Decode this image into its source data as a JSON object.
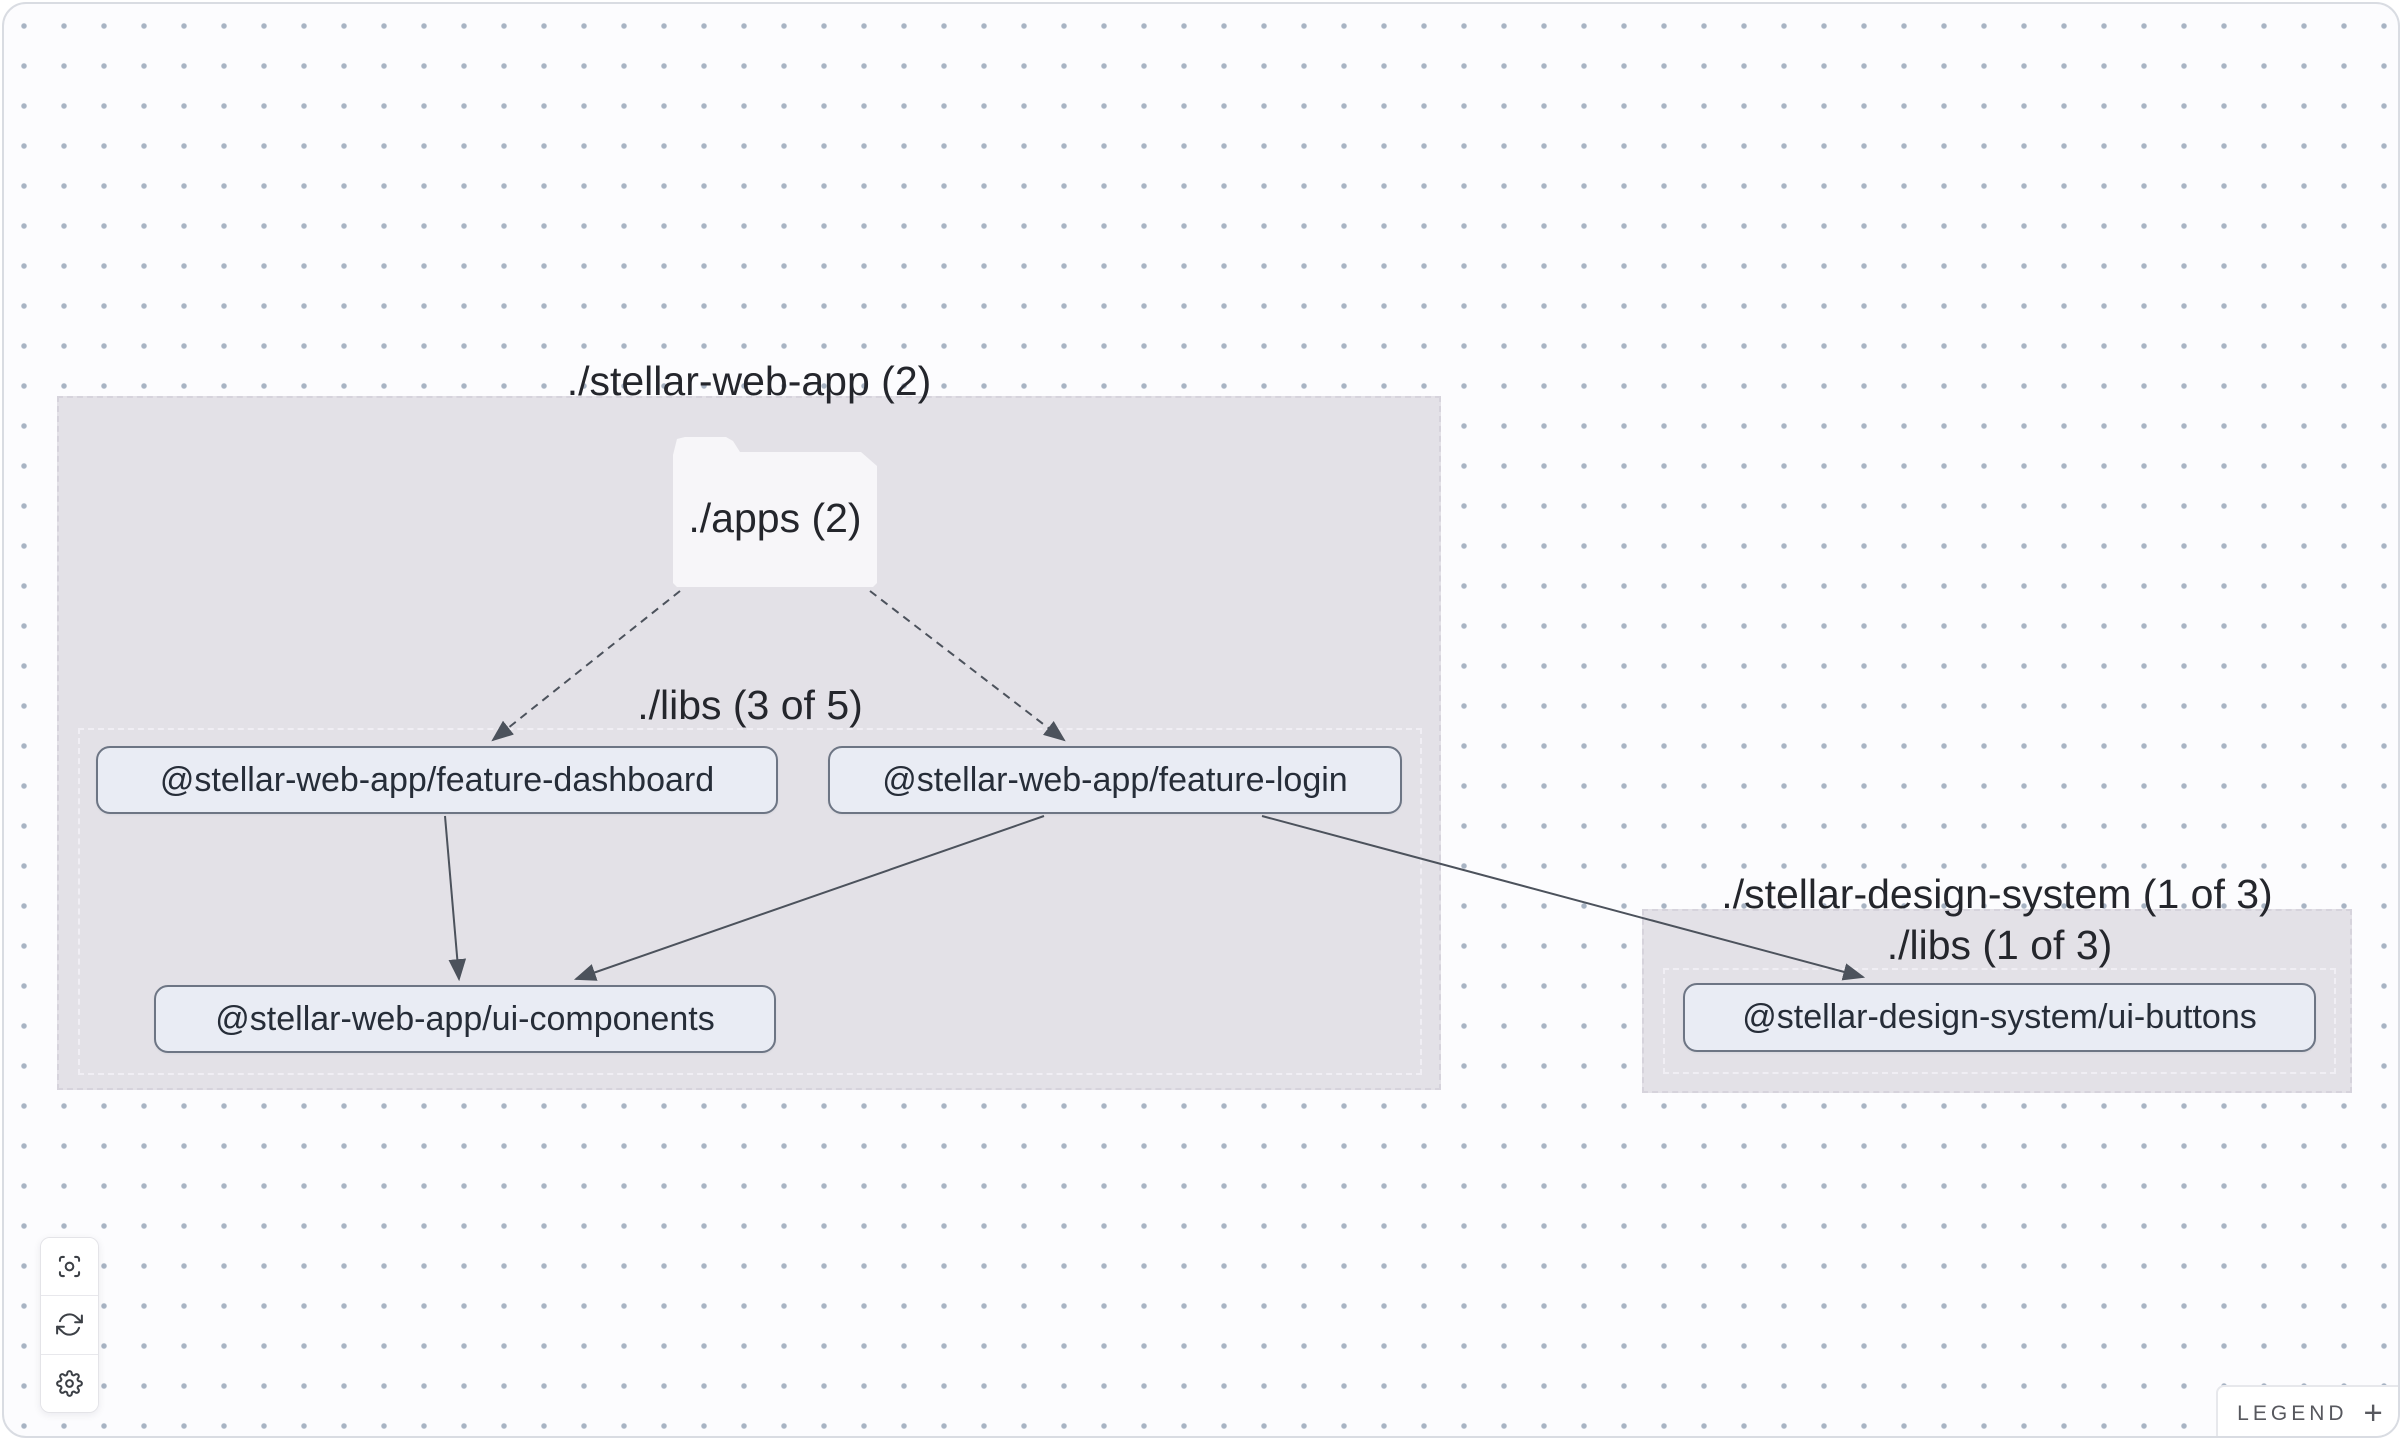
{
  "groups": {
    "web_app": {
      "label": "./stellar-web-app (2)"
    },
    "web_app_libs": {
      "label": "./libs (3 of 5)"
    },
    "design_system": {
      "label": "./stellar-design-system (1 of 3)"
    },
    "design_system_libs": {
      "label": "./libs (1 of 3)"
    }
  },
  "folder_node": {
    "label": "./apps (2)"
  },
  "nodes": {
    "feature_dashboard": {
      "label": "@stellar-web-app/feature-dashboard"
    },
    "feature_login": {
      "label": "@stellar-web-app/feature-login"
    },
    "ui_components": {
      "label": "@stellar-web-app/ui-components"
    },
    "ui_buttons": {
      "label": "@stellar-design-system/ui-buttons"
    }
  },
  "edges": [
    {
      "source": "./apps",
      "target": "@stellar-web-app/feature-dashboard",
      "style": "dashed"
    },
    {
      "source": "./apps",
      "target": "@stellar-web-app/feature-login",
      "style": "dashed"
    },
    {
      "source": "@stellar-web-app/feature-dashboard",
      "target": "@stellar-web-app/ui-components",
      "style": "solid"
    },
    {
      "source": "@stellar-web-app/feature-login",
      "target": "@stellar-web-app/ui-components",
      "style": "solid"
    },
    {
      "source": "@stellar-web-app/feature-login",
      "target": "@stellar-design-system/ui-buttons",
      "style": "solid"
    }
  ],
  "toolbar": {
    "buttons": [
      {
        "name": "focus",
        "icon": "crosshair-scan-icon"
      },
      {
        "name": "refresh",
        "icon": "refresh-cycle-icon"
      },
      {
        "name": "settings",
        "icon": "gear-icon"
      }
    ]
  },
  "legend": {
    "label": "LEGEND",
    "toggle_icon": "+"
  },
  "colors": {
    "canvas_bg": "#fcfcfe",
    "dot_grid": "#a7b3c3",
    "frame_border": "#d9dce2",
    "cluster_bg": "#e3e1e7",
    "cluster_border": "#d6d3dc",
    "subcluster_border": "#f0eef4",
    "node_bg": "#e9ecf4",
    "node_border": "#6d7584",
    "edge": "#4c525c",
    "label_text": "#24262c",
    "legend_text": "#57585e"
  }
}
